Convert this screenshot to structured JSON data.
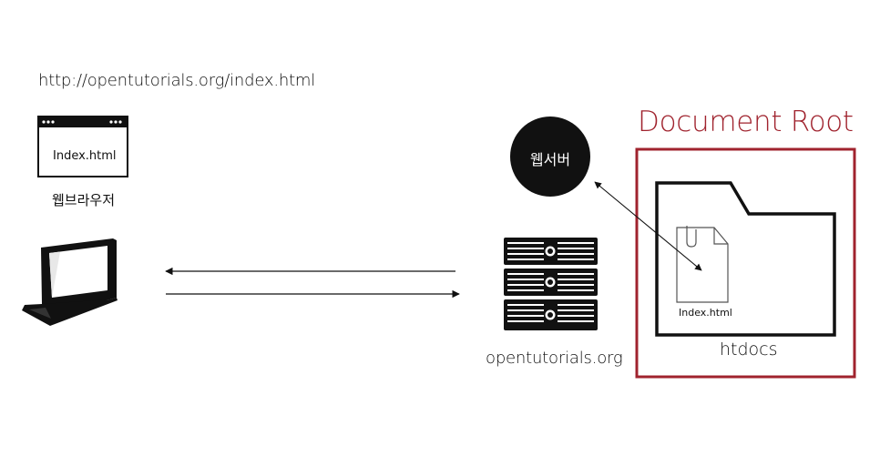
{
  "browser": {
    "url": "http://opentutorials.org/index.html",
    "file_label": "Index.html",
    "label": "웹브라우저"
  },
  "server": {
    "host_label": "opentutorials.org",
    "webserver_label": "웹서버"
  },
  "document_root": {
    "title": "Document Root",
    "title_color": "#a0232e",
    "folder_label": "htdocs",
    "file_label": "Index.html"
  },
  "icons": {
    "browser": "browser-window-icon",
    "laptop": "laptop-icon",
    "server": "server-rack-icon",
    "folder": "folder-icon",
    "file": "file-icon"
  }
}
